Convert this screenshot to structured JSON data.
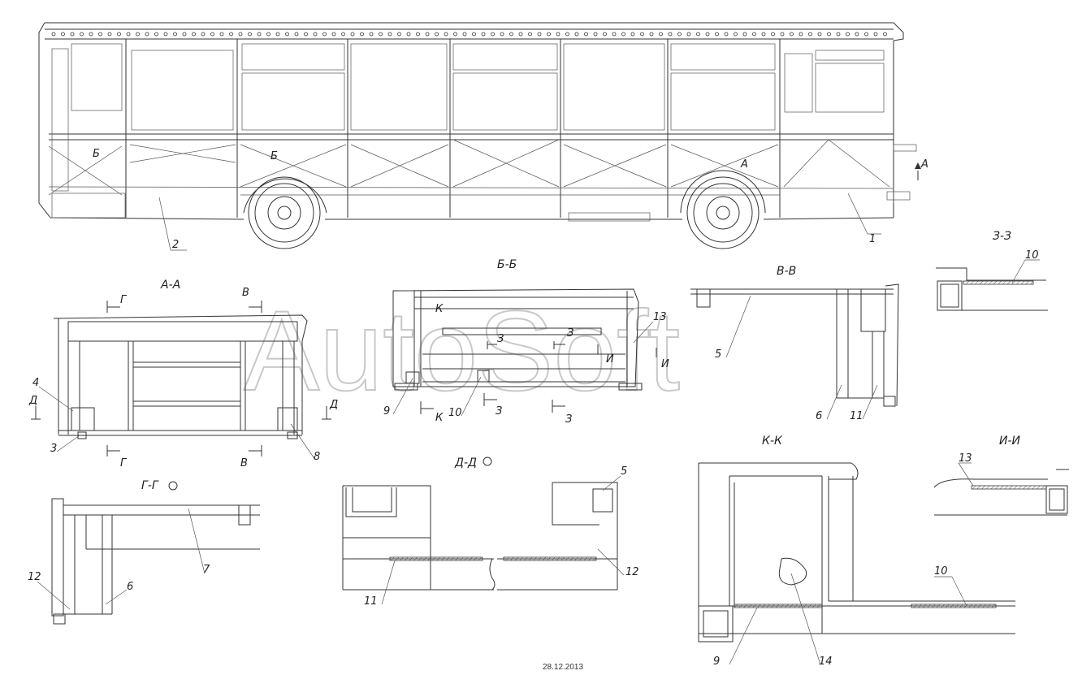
{
  "watermark": "AutoSoft",
  "date": "28.12.2013",
  "sections": {
    "aa": "А-А",
    "bb": "Б-Б",
    "vv": "В-В",
    "zz": "З-З",
    "gg": "Г-Г",
    "dd": "Д-Д",
    "kk": "К-К",
    "ii": "И-И"
  },
  "cut_marks": {
    "a": "А",
    "b": "Б",
    "v": "В",
    "g": "Г",
    "d": "Д",
    "z": "З",
    "k": "К",
    "i": "И"
  },
  "callouts": [
    "1",
    "2",
    "3",
    "4",
    "5",
    "6",
    "7",
    "8",
    "9",
    "10",
    "11",
    "12",
    "13",
    "14"
  ]
}
